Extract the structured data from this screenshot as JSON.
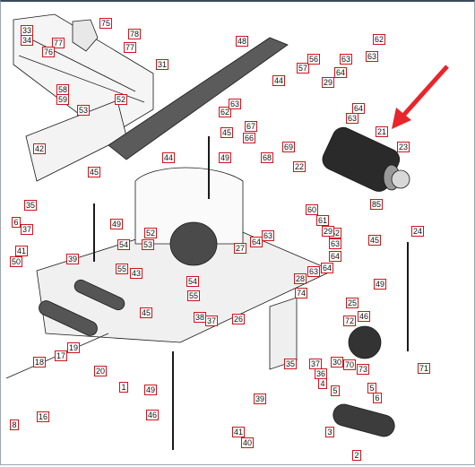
{
  "diagram": {
    "colors": {
      "callout_border": "#d0141a",
      "arrow": "#e8252b",
      "line": "#1a1a1a"
    },
    "callouts": [
      {
        "id": "c33",
        "text": "33"
      },
      {
        "id": "c34",
        "text": "34"
      },
      {
        "id": "c75",
        "text": "75"
      },
      {
        "id": "c78",
        "text": "78"
      },
      {
        "id": "c77a",
        "text": "77"
      },
      {
        "id": "c77b",
        "text": "77"
      },
      {
        "id": "c76",
        "text": "76"
      },
      {
        "id": "c31",
        "text": "31"
      },
      {
        "id": "c48",
        "text": "48"
      },
      {
        "id": "c62a",
        "text": "62"
      },
      {
        "id": "c57",
        "text": "57"
      },
      {
        "id": "c56",
        "text": "56"
      },
      {
        "id": "c63a",
        "text": "63"
      },
      {
        "id": "c63b",
        "text": "63"
      },
      {
        "id": "c58",
        "text": "58"
      },
      {
        "id": "c59",
        "text": "59"
      },
      {
        "id": "c52a",
        "text": "52"
      },
      {
        "id": "c53",
        "text": "53"
      },
      {
        "id": "c44a",
        "text": "44"
      },
      {
        "id": "c29a",
        "text": "29"
      },
      {
        "id": "c64a",
        "text": "64"
      },
      {
        "id": "c64b",
        "text": "64"
      },
      {
        "id": "c63c",
        "text": "63"
      },
      {
        "id": "c62b",
        "text": "62"
      },
      {
        "id": "c63d",
        "text": "63"
      },
      {
        "id": "c67",
        "text": "67"
      },
      {
        "id": "c66",
        "text": "66"
      },
      {
        "id": "c68",
        "text": "68"
      },
      {
        "id": "c69",
        "text": "69"
      },
      {
        "id": "c22",
        "text": "22"
      },
      {
        "id": "c42",
        "text": "42"
      },
      {
        "id": "c44b",
        "text": "44"
      },
      {
        "id": "c45a",
        "text": "45"
      },
      {
        "id": "c49a",
        "text": "49"
      },
      {
        "id": "c21",
        "text": "21"
      },
      {
        "id": "c23",
        "text": "23"
      },
      {
        "id": "c45b",
        "text": "45"
      },
      {
        "id": "c35a",
        "text": "35"
      },
      {
        "id": "c49b",
        "text": "49"
      },
      {
        "id": "c6",
        "text": "6"
      },
      {
        "id": "c37a",
        "text": "37"
      },
      {
        "id": "c52b",
        "text": "52"
      },
      {
        "id": "c60",
        "text": "60"
      },
      {
        "id": "c61",
        "text": "61"
      },
      {
        "id": "c62c",
        "text": "62"
      },
      {
        "id": "c85",
        "text": "85"
      },
      {
        "id": "c24",
        "text": "24"
      },
      {
        "id": "c41a",
        "text": "41"
      },
      {
        "id": "c50",
        "text": "50"
      },
      {
        "id": "c39a",
        "text": "39"
      },
      {
        "id": "c54a",
        "text": "54"
      },
      {
        "id": "c53b",
        "text": "53"
      },
      {
        "id": "c27",
        "text": "27"
      },
      {
        "id": "c64c",
        "text": "64"
      },
      {
        "id": "c63e",
        "text": "63"
      },
      {
        "id": "c64d",
        "text": "64"
      },
      {
        "id": "c63f",
        "text": "63"
      },
      {
        "id": "c29b",
        "text": "29"
      },
      {
        "id": "c45c",
        "text": "45"
      },
      {
        "id": "c55a",
        "text": "55"
      },
      {
        "id": "c43",
        "text": "43"
      },
      {
        "id": "c63g",
        "text": "63"
      },
      {
        "id": "c64e",
        "text": "64"
      },
      {
        "id": "c28",
        "text": "28"
      },
      {
        "id": "c54b",
        "text": "54"
      },
      {
        "id": "c74",
        "text": "74"
      },
      {
        "id": "c49c",
        "text": "49"
      },
      {
        "id": "c55b",
        "text": "55"
      },
      {
        "id": "c45d",
        "text": "45"
      },
      {
        "id": "c38",
        "text": "38"
      },
      {
        "id": "c37b",
        "text": "37"
      },
      {
        "id": "c26",
        "text": "26"
      },
      {
        "id": "c25",
        "text": "25"
      },
      {
        "id": "c72",
        "text": "72"
      },
      {
        "id": "c46a",
        "text": "46"
      },
      {
        "id": "c19",
        "text": "19"
      },
      {
        "id": "c18",
        "text": "18"
      },
      {
        "id": "c17",
        "text": "17"
      },
      {
        "id": "c20",
        "text": "20"
      },
      {
        "id": "c35b",
        "text": "35"
      },
      {
        "id": "c37c",
        "text": "37"
      },
      {
        "id": "c30",
        "text": "30"
      },
      {
        "id": "c70",
        "text": "70"
      },
      {
        "id": "c73",
        "text": "73"
      },
      {
        "id": "c36",
        "text": "36"
      },
      {
        "id": "c71",
        "text": "71"
      },
      {
        "id": "c1",
        "text": "1"
      },
      {
        "id": "c49d",
        "text": "49"
      },
      {
        "id": "c4",
        "text": "4"
      },
      {
        "id": "c5a",
        "text": "5"
      },
      {
        "id": "c5b",
        "text": "5"
      },
      {
        "id": "c6b",
        "text": "6"
      },
      {
        "id": "c16",
        "text": "16"
      },
      {
        "id": "c8",
        "text": "8"
      },
      {
        "id": "c39b",
        "text": "39"
      },
      {
        "id": "c46b",
        "text": "46"
      },
      {
        "id": "c41b",
        "text": "41"
      },
      {
        "id": "c40",
        "text": "40"
      },
      {
        "id": "c3",
        "text": "3"
      },
      {
        "id": "c2",
        "text": "2"
      }
    ]
  }
}
